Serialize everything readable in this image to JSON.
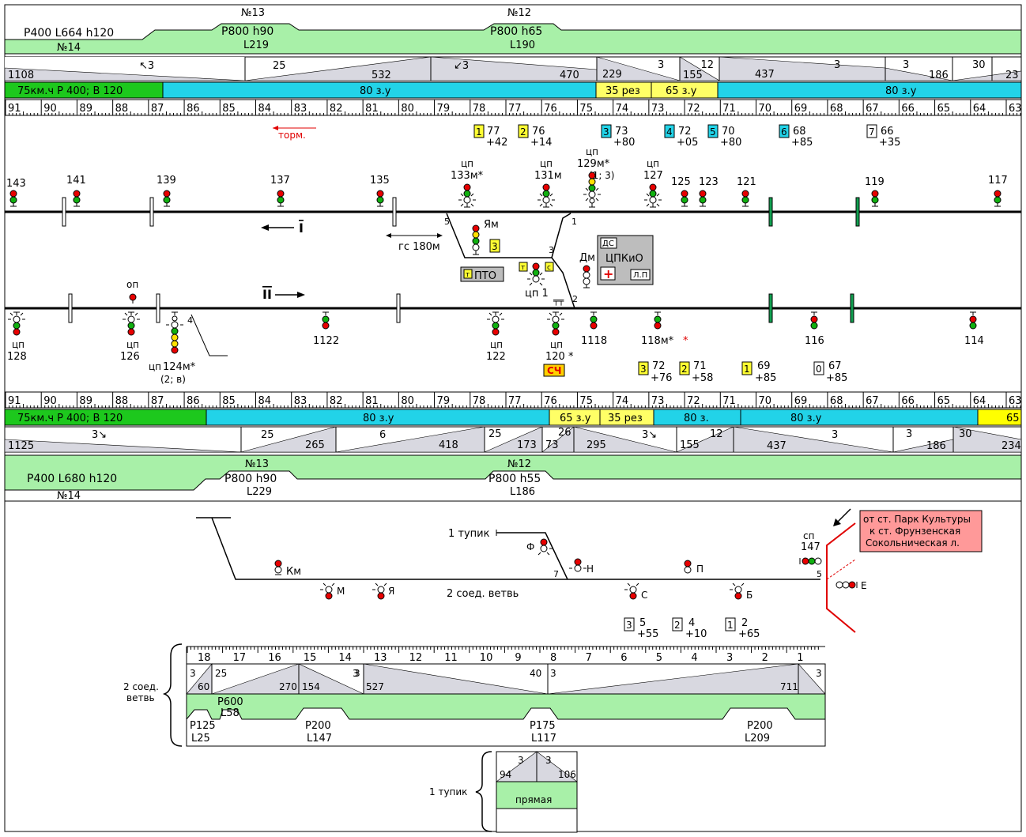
{
  "colors": {
    "curve_green": "#a8f0a8",
    "speed_green": "#1dc81d",
    "speed_cyan": "#22d3e8",
    "speed_yellow": "#ffff66",
    "profile_gray": "#d8d8e0",
    "signal_red": "#e80000",
    "signal_green": "#10b010",
    "signal_yellow": "#ffe000",
    "note_red": "#ff9999",
    "panel_gray": "#bdbdbd",
    "brake_red": "#e00000"
  },
  "top_curves": {
    "c14": {
      "params": "P400   L664   h120",
      "num": "№14"
    },
    "c13": {
      "num": "№13",
      "params": "P800   h90",
      "len": "L219"
    },
    "c12": {
      "num": "№12",
      "params": "P800  h65",
      "len": "L190"
    }
  },
  "top_profile": [
    {
      "grade": "↖3",
      "len": "1108"
    },
    {
      "grade": "25",
      "len": "532"
    },
    {
      "grade": "↙3",
      "len": "470"
    },
    {
      "grade": "3",
      "len": "229"
    },
    {
      "grade": "12",
      "len": "155"
    },
    {
      "grade": "3",
      "len": "437"
    },
    {
      "grade": "3",
      "len": "186"
    },
    {
      "grade": "30",
      "len": "23"
    }
  ],
  "top_speed": [
    "75км.ч Р 400; В 120",
    "80 з.у",
    "35 рез",
    "65 з.у",
    "80 з.у"
  ],
  "km_marks": [
    "91",
    "90",
    "89",
    "88",
    "87",
    "86",
    "85",
    "84",
    "83",
    "82",
    "81",
    "80",
    "79",
    "78",
    "77",
    "76",
    "75",
    "74",
    "73",
    "72",
    "71",
    "70",
    "69",
    "68",
    "67",
    "66",
    "65",
    "64",
    "63"
  ],
  "brake_label": "торм.",
  "top_pickets": [
    {
      "n": "1",
      "km": "77",
      "pk": "+42"
    },
    {
      "n": "2",
      "km": "76",
      "pk": "+14"
    },
    {
      "n": "3",
      "km": "73",
      "pk": "+80"
    },
    {
      "n": "4",
      "km": "72",
      "pk": "+05"
    },
    {
      "n": "5",
      "km": "70",
      "pk": "+80"
    },
    {
      "n": "6",
      "km": "68",
      "pk": "+85"
    },
    {
      "n": "7",
      "km": "66",
      "pk": "+35"
    }
  ],
  "track1_signals": [
    "143",
    "141",
    "139",
    "137",
    "135",
    "125",
    "123",
    "121",
    "119",
    "117"
  ],
  "cp_signals_top": [
    {
      "pre": "цп",
      "num": "133м*"
    },
    {
      "pre": "цп",
      "num": "131м"
    },
    {
      "pre": "цп",
      "num": "129м*",
      "sub": "(1; 3)"
    },
    {
      "pre": "цп",
      "num": "127"
    }
  ],
  "track_labels": {
    "t1": "I",
    "t2": "II"
  },
  "station": {
    "ym": "Ям",
    "gs": "гс 180м",
    "pto": "ПТО",
    "cp1": "цп 1",
    "dm": "Дм",
    "ds": "ДС",
    "cpkio": "ЦПКиО",
    "lp": "Л.П",
    "cross": "+",
    "sch": "СЧ",
    "sw5": "5",
    "sw1": "1",
    "sw3": "3",
    "sw2": "2",
    "ym_num": "3",
    "t_mark": "т",
    "s_mark": "с"
  },
  "track2_signals": [
    {
      "pre": "цп",
      "num": "128"
    },
    {
      "pre": "цп",
      "num": "126"
    },
    {
      "pre": "цп",
      "num": "124м*",
      "sub": "(2; в)"
    },
    {
      "num": "1122"
    },
    {
      "pre": "цп",
      "num": "122"
    },
    {
      "pre": "цп",
      "num": "120 *"
    },
    {
      "num": "1118"
    },
    {
      "num": "118м*",
      "extra": "*"
    },
    {
      "num": "116"
    },
    {
      "num": "114"
    }
  ],
  "op_label": "оп",
  "sw4": "4",
  "bottom_pickets": [
    {
      "n": "3",
      "km": "72",
      "pk": "+76"
    },
    {
      "n": "2",
      "km": "71",
      "pk": "+58"
    },
    {
      "n": "1",
      "km": "69",
      "pk": "+85"
    },
    {
      "n": "0",
      "km": "67",
      "pk": "+85"
    }
  ],
  "bottom_speed": [
    "75км.ч Р 400; В 120",
    "80 з.у",
    "65 з.у",
    "35 рез",
    "80 з.",
    "80 з.у",
    "65"
  ],
  "bottom_profile": [
    {
      "grade": "3↘",
      "len": "1125"
    },
    {
      "grade": "25",
      "len": "265"
    },
    {
      "grade": "6",
      "len": "418"
    },
    {
      "grade": "25",
      "len": "173"
    },
    {
      "grade": "26",
      "len": "73"
    },
    {
      "grade": "3↘",
      "len": "295"
    },
    {
      "grade": "12",
      "len": "155"
    },
    {
      "grade": "3",
      "len": "437"
    },
    {
      "grade": "3",
      "len": "186"
    },
    {
      "grade": "30",
      "len": "234"
    }
  ],
  "bottom_curves": {
    "c14": {
      "params": "P400   L680   h120",
      "num": "№14"
    },
    "c13": {
      "num": "№13",
      "params": "P800    h90",
      "len": "L229"
    },
    "c12": {
      "num": "№12",
      "params": "P800  h55",
      "len": "L186"
    }
  },
  "depot": {
    "dead_end": "1 тупик",
    "branch": "2 соед. ветвь",
    "km": "Км",
    "m": "М",
    "ya": "Я",
    "f": "Ф",
    "n": "Н",
    "p": "П",
    "s": "С",
    "b": "Б",
    "e": "Е",
    "sp": "сп",
    "sp_num": "147",
    "sw7": "7",
    "sw5": "5",
    "note": [
      "от ст. Парк Культуры",
      "к ст. Фрунзенская",
      "Сокольническая л."
    ],
    "pickets": [
      {
        "n": "3",
        "km": "5",
        "pk": "+55"
      },
      {
        "n": "2",
        "km": "4",
        "pk": "+10"
      },
      {
        "n": "1",
        "km": "2",
        "pk": "+65"
      }
    ]
  },
  "branch_table": {
    "title": [
      "2 соед.",
      "ветвь"
    ],
    "scale": [
      "18",
      "17",
      "16",
      "15",
      "14",
      "13",
      "12",
      "11",
      "10",
      "9",
      "8",
      "7",
      "6",
      "5",
      "4",
      "3",
      "2",
      "1"
    ],
    "profile": [
      {
        "grade": "3",
        "len": "60"
      },
      {
        "grade": "25",
        "len": "270"
      },
      {
        "grade": "3",
        "len": "154"
      },
      {
        "grade": "3",
        "len": "527"
      },
      {
        "grade": "40",
        "len": "3"
      },
      {
        "grade": "3",
        "len": "711"
      }
    ],
    "curves": [
      {
        "p": "P125",
        "l": "L25"
      },
      {
        "p": "P600",
        "l": "L58"
      },
      {
        "p": "P200",
        "l": "L147"
      },
      {
        "p": "P175",
        "l": "L117"
      },
      {
        "p": "P200",
        "l": "L209"
      }
    ]
  },
  "deadend_table": {
    "title": "1 тупик",
    "profile": [
      {
        "grade": "3",
        "len": "94"
      },
      {
        "grade": "3",
        "len": "106"
      }
    ],
    "plan": "прямая"
  }
}
